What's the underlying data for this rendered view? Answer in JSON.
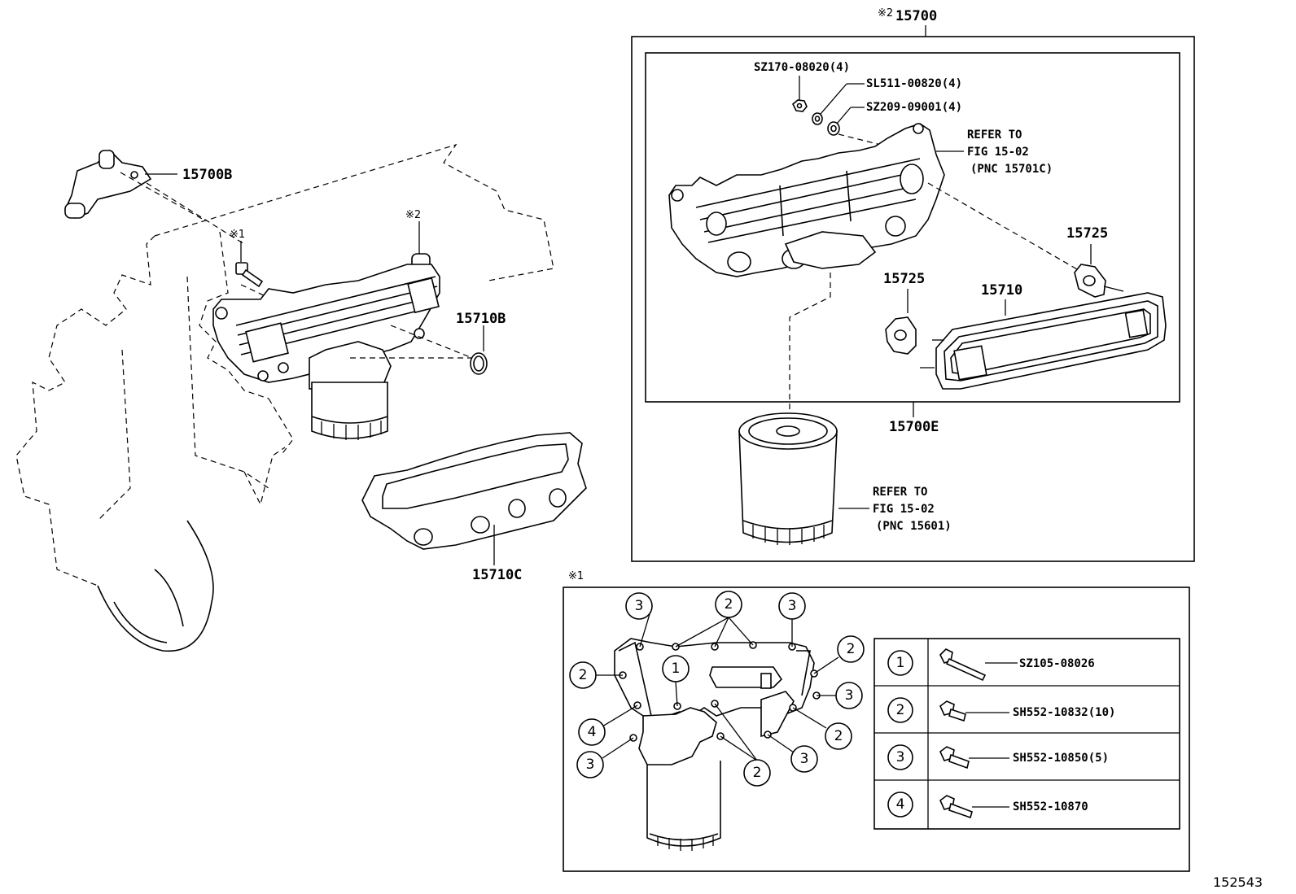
{
  "diagram_id": "152543",
  "notes": {
    "mark1": "※1",
    "mark2": "※2",
    "mark2_15700": "※2"
  },
  "labels": {
    "assy_15700": "15700",
    "bracket_15700B": "15700B",
    "oring_15710B": "15710B",
    "gasket_15710C": "15710C",
    "gasket_15725_right": "15725",
    "gasket_15725_left": "15725",
    "element_15710": "15710",
    "sub_15700E": "15700E",
    "nut": "SZ170-08020(4)",
    "washer_spring": "SL511-00820(4)",
    "washer_plain": "SZ209-09001(4)"
  },
  "refer_cooler": {
    "line1": "REFER TO",
    "line2": "FIG 15-02",
    "line3": "(PNC 15701C)"
  },
  "refer_filter": {
    "line1": "REFER TO",
    "line2": "FIG 15-02",
    "line3": "(PNC 15601)"
  },
  "bolt_callouts": [
    "3",
    "2",
    "3",
    "2",
    "2",
    "1",
    "3",
    "4",
    "2",
    "3",
    "3",
    "2"
  ],
  "bolt_table": [
    {
      "num": "1",
      "part": "SZ105-08026"
    },
    {
      "num": "2",
      "part": "SH552-10832(10)"
    },
    {
      "num": "3",
      "part": "SH552-10850(5)"
    },
    {
      "num": "4",
      "part": "SH552-10870"
    }
  ],
  "icons": [
    "hex-nut-icon",
    "washer-icon",
    "bolt-icon"
  ]
}
